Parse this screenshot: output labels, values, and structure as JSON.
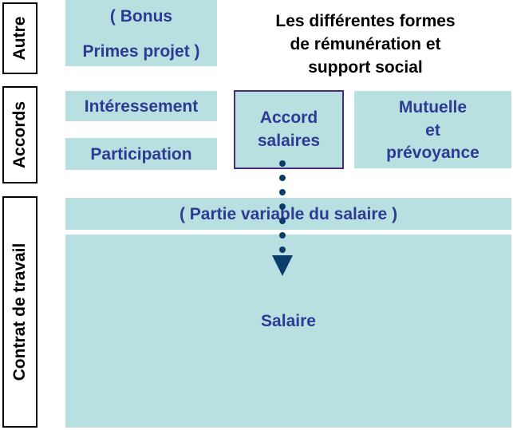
{
  "title": {
    "line1": "Les différentes formes",
    "line2": "de rémunération et",
    "line3": "support social"
  },
  "side_labels": {
    "autre": "Autre",
    "accords": "Accords",
    "contrat": "Contrat de travail"
  },
  "boxes": {
    "bonus": {
      "line1": "( Bonus",
      "line2": "Primes projet )"
    },
    "interessement": "Intéressement",
    "participation": "Participation",
    "accord_salaires": {
      "line1": "Accord",
      "line2": "salaires"
    },
    "mutuelle": {
      "line1": "Mutuelle",
      "line2": "et",
      "line3": "prévoyance"
    },
    "partie_variable": "( Partie variable du salaire )",
    "salaire": "Salaire"
  },
  "colors": {
    "box_fill": "#b8e0e0",
    "box_text": "#2e3a93",
    "arrow": "#0b3d6b",
    "accord_border": "#4a2b7a"
  }
}
